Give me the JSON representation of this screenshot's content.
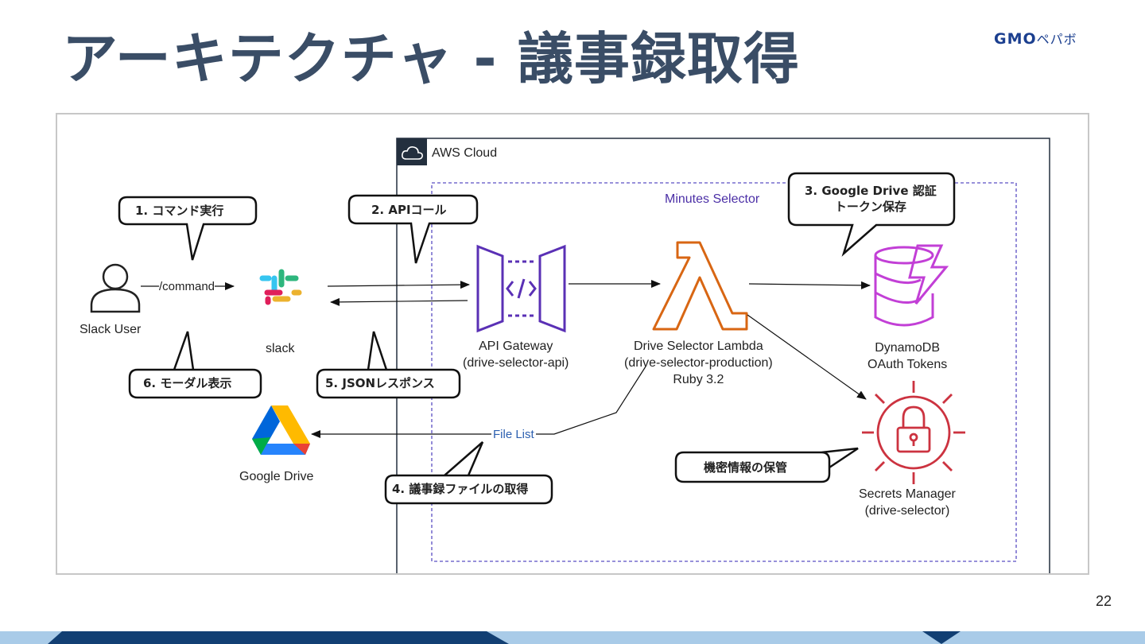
{
  "slide": {
    "title": "アーキテクチャ - 議事録取得",
    "logo_text": "GMO",
    "logo_kana": "ペパボ",
    "page_number": "22"
  },
  "diagram": {
    "aws_cloud_label": "AWS Cloud",
    "group_label": "Minutes Selector",
    "nodes": {
      "slack_user": "Slack User",
      "slack": "slack",
      "google_drive": "Google Drive",
      "api_gateway_line1": "API Gateway",
      "api_gateway_line2": "(drive-selector-api)",
      "lambda_line1": "Drive Selector Lambda",
      "lambda_line2": "(drive-selector-production)",
      "lambda_line3": "Ruby 3.2",
      "dynamodb_line1": "DynamoDB",
      "dynamodb_line2": "OAuth Tokens",
      "secrets_line1": "Secrets Manager",
      "secrets_line2": "(drive-selector)"
    },
    "edge_labels": {
      "command": "/command",
      "file_list": "File List"
    },
    "callouts": {
      "step1": "1. コマンド実行",
      "step2": "2. APIコール",
      "step3_line1": "3. Google Drive 認証",
      "step3_line2": "トークン保存",
      "step4": "4. 議事録ファイルの取得",
      "step5": "5. JSONレスポンス",
      "step6": "6. モーダル表示",
      "secrets_note": "機密情報の保管"
    },
    "icons": [
      "user-icon",
      "slack-icon",
      "google-drive-icon",
      "api-gateway-icon",
      "lambda-icon",
      "dynamodb-icon",
      "secrets-manager-icon",
      "cloud-icon"
    ]
  },
  "colors": {
    "title": "#3a4d66",
    "aws_border": "#232f3e",
    "group_border": "#5a4fc4",
    "api_gateway": "#5a30b5",
    "lambda": "#d86613",
    "dynamodb": "#c23fd6",
    "secrets": "#cc3340",
    "footer_light": "#a9cbe8",
    "footer_dark": "#123f73"
  }
}
